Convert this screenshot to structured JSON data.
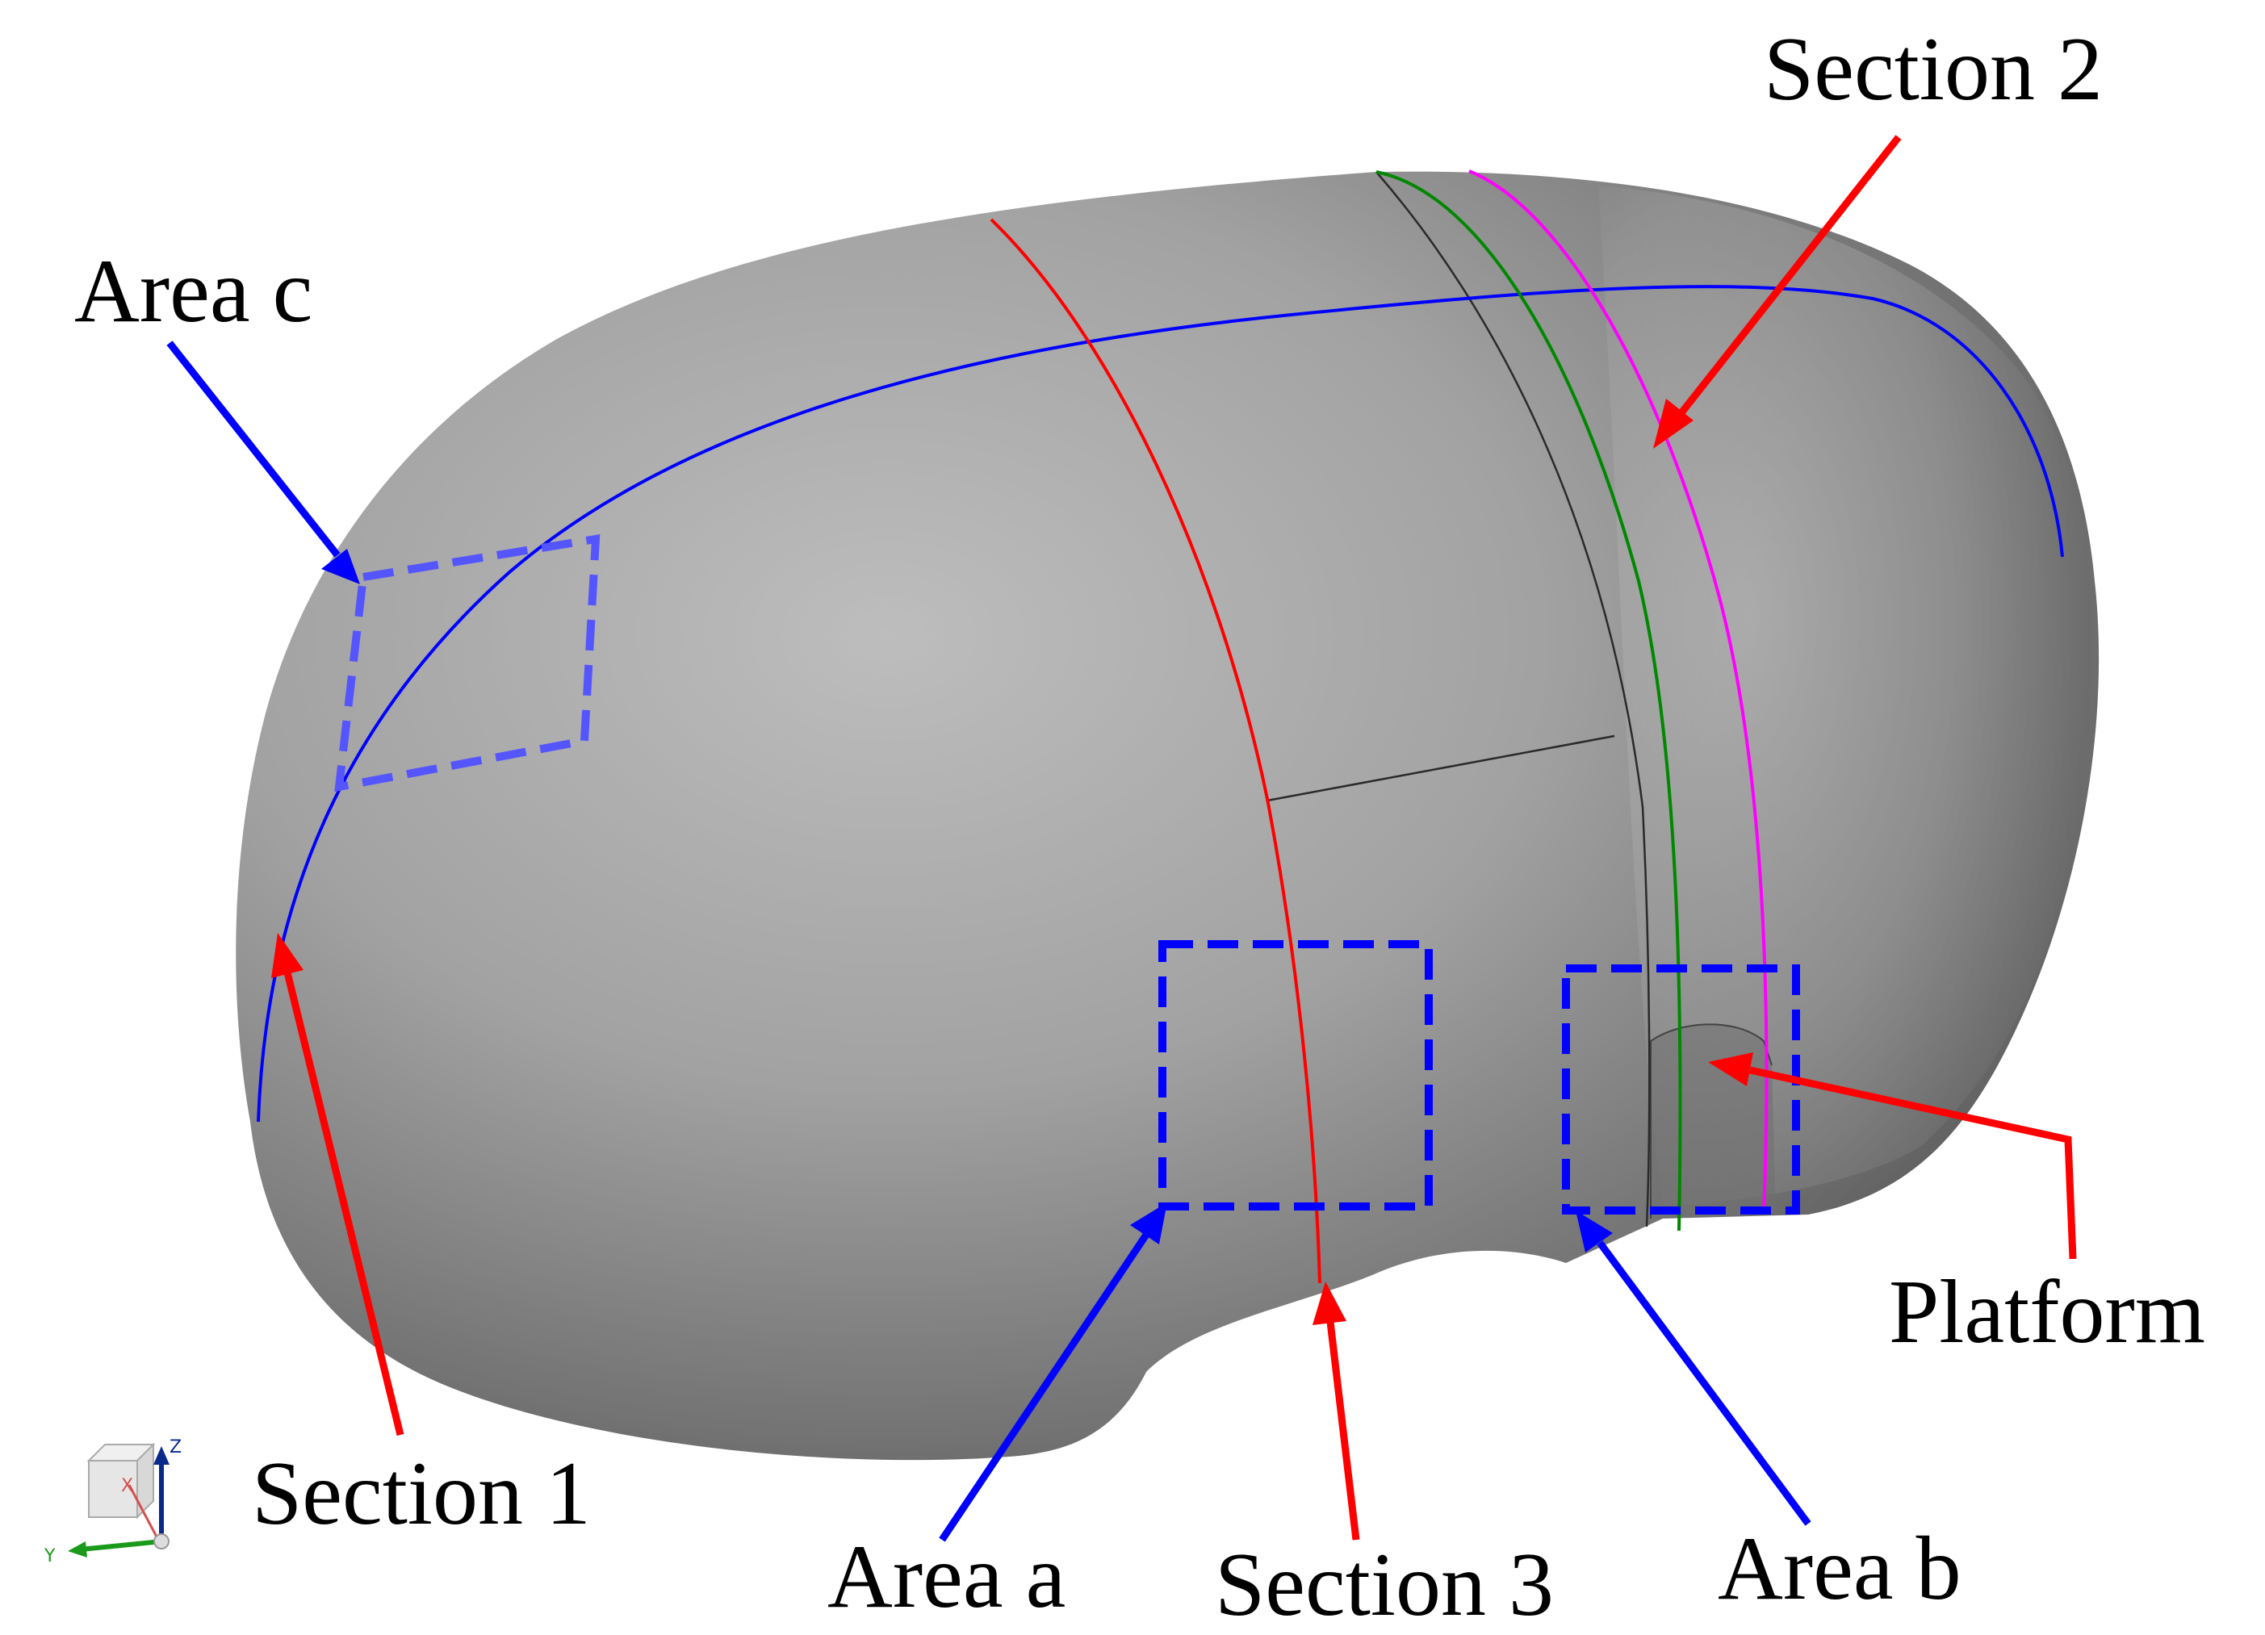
{
  "figure": {
    "labels": {
      "section_1": "Section 1",
      "section_2": "Section 2",
      "section_3": "Section 3",
      "area_a": "Area a",
      "area_b": "Area b",
      "area_c": "Area c",
      "platform": "Platform"
    },
    "axis_triad": {
      "x": "X",
      "y": "Y",
      "z": "Z"
    },
    "colors": {
      "section_arrow": "#ff0000",
      "area_arrow": "#0000ff",
      "section_1_curve": "#0000ff",
      "section_3_curve": "#ff0000",
      "green_curve": "#008800",
      "magenta_curve": "#ff00ff",
      "area_box": "#0000ff",
      "area_c_box": "#5555ff",
      "surface": "#9a9a9a"
    }
  }
}
